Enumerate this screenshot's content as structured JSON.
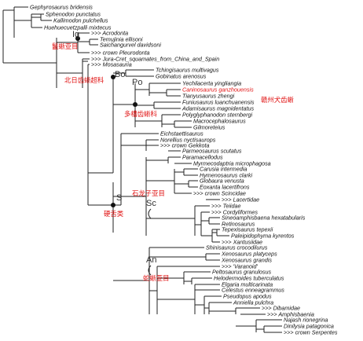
{
  "taxa": [
    {
      "name": "Gephyrosaurus  bridensis"
    },
    {
      "name": "Sphenodon  punctatus"
    },
    {
      "name": "Kallimodon  pulchellus"
    },
    {
      "name": "Huehuecuetzpalli  mixtecus"
    },
    {
      "name": ">>> Acrodonta"
    },
    {
      "name": "Temujinia  ellisoni"
    },
    {
      "name": "Saichangurvel  davidsoni"
    },
    {
      "name": ">>> crown  Pleurodonta"
    },
    {
      "name": ">>> Jura-Cret_squamates_from_China_and_Spain"
    },
    {
      "name": ">>> Mosasauria"
    },
    {
      "name": "Tchingisaurus  multivagus"
    },
    {
      "name": "Gobinatus  arenosus"
    },
    {
      "name": "Yechilacerta  yingliangia"
    },
    {
      "name": "Caninosaurus  ganzhouensis"
    },
    {
      "name": "Tianyusaurus  zhengi"
    },
    {
      "name": "Funiusaurus  luanchuanensis"
    },
    {
      "name": "Adamisaurus  magnidentatus"
    },
    {
      "name": "Polyglyphanodon  sternbergi"
    },
    {
      "name": "Macrocephalosaurus"
    },
    {
      "name": "Gilmoreteius"
    },
    {
      "name": "Eichstaettisaurus"
    },
    {
      "name": "Norellius  nyctisaurops"
    },
    {
      "name": ">>> crown  Gekkota"
    },
    {
      "name": "Parmeosaurus  scutatus"
    },
    {
      "name": "Paramacellodus"
    },
    {
      "name": "Myrmecodaptria  microphagosa"
    },
    {
      "name": "Carusia  intermedia"
    },
    {
      "name": "Hymenosaurus  clarki"
    },
    {
      "name": "Globaura  venusta"
    },
    {
      "name": "Eoxanta  lacertifrons"
    },
    {
      "name": ">>> crown  Scincidae"
    },
    {
      "name": ">>> Lacertidae"
    },
    {
      "name": ">>> Teiidae"
    },
    {
      "name": ">>> Cordyliformes"
    },
    {
      "name": "Sineoamphisbaena  hexatabularis"
    },
    {
      "name": "Retinosaurus"
    },
    {
      "name": "Tepexisaurus  tepexii"
    },
    {
      "name": "Paleipidophyma  kyrentos"
    },
    {
      "name": ">>> Xantusiidae"
    },
    {
      "name": "Shinisaurus  crocodilurus"
    },
    {
      "name": "Xenosaurus  platyceps"
    },
    {
      "name": "Xenosaurus  grandis"
    },
    {
      "name": ">>> 'Varanoid'"
    },
    {
      "name": "Peltosaurus  granulosus"
    },
    {
      "name": "Helodermoides  tuberculatus"
    },
    {
      "name": "Elgaria  multicarinata"
    },
    {
      "name": "Celestus  enneagrammus"
    },
    {
      "name": "Pseudopus  apodus"
    },
    {
      "name": "Anniella  pulchra"
    },
    {
      "name": ">>> Dibamidae"
    },
    {
      "name": ">>> Amphisbaenia"
    },
    {
      "name": "Najash  rionegrina"
    },
    {
      "name": "Dinilysia  patagonica"
    },
    {
      "name": ">>> crown  Serpentes"
    }
  ],
  "highlight_annotation": "赣州犬齿蜥",
  "clade_letters": {
    "ig": "Ig",
    "bo": "Bo",
    "po": "Po",
    "s": "S",
    "sc": "Sc",
    "an": "An"
  },
  "group_names": {
    "iguania": "鬣蜥亚目",
    "borioteiioidea": "北日齿蜥超科",
    "polyglyphanodontidae": "多槽齿蜥科",
    "scleroglossa": "硬舌类",
    "scincomorpha": "石龙子亚目",
    "anguimorpha": "蛇蜥亚目"
  },
  "colors": {
    "highlight": "#e01010",
    "line": "#222222",
    "text": "#111111"
  }
}
